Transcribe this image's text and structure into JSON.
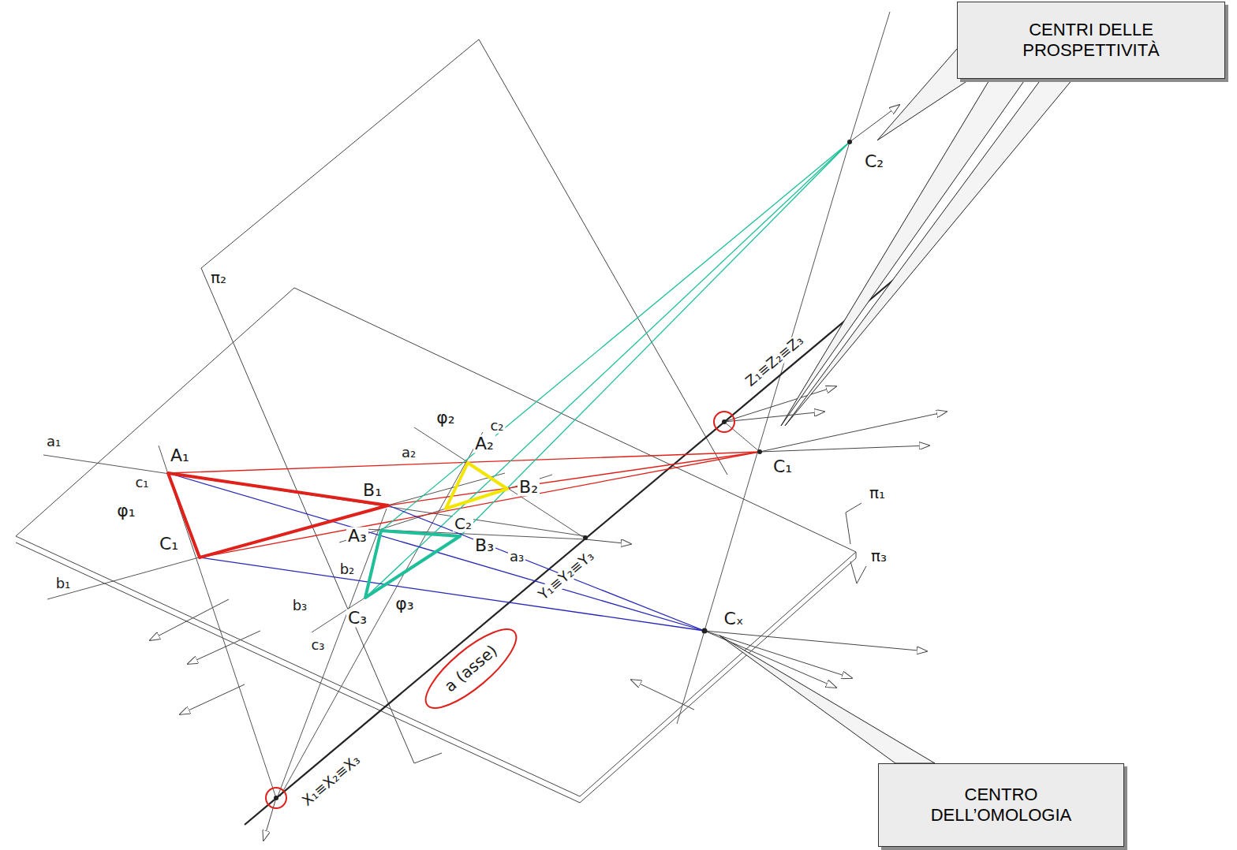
{
  "diagram": {
    "nodes": [
      {
        "text": [
          "CENTRI DELLE PROSPETTIVITÀ"
        ]
      },
      {
        "text": [
          "CENTRO DELL’OMOLOGIA"
        ]
      }
    ],
    "labels": [
      "A₁",
      "B₁",
      "C₁",
      "C₁",
      "A₂",
      "B₂",
      "C₂",
      "C₂",
      "A₃",
      "B₃",
      "C₃",
      "Cₓ",
      "a₁",
      "b₁",
      "c₁",
      "a₂",
      "b₂",
      "c₂",
      "a₃",
      "b₃",
      "c₃",
      "π₁",
      "π₂",
      "π₃",
      "φ₁",
      "φ₂",
      "φ₃",
      "a (asse)",
      "Z₁≡Z₂≡Z₃",
      "Y₁≡Y₂≡Y₃",
      "X₁≡X₂≡X₃"
    ]
  }
}
